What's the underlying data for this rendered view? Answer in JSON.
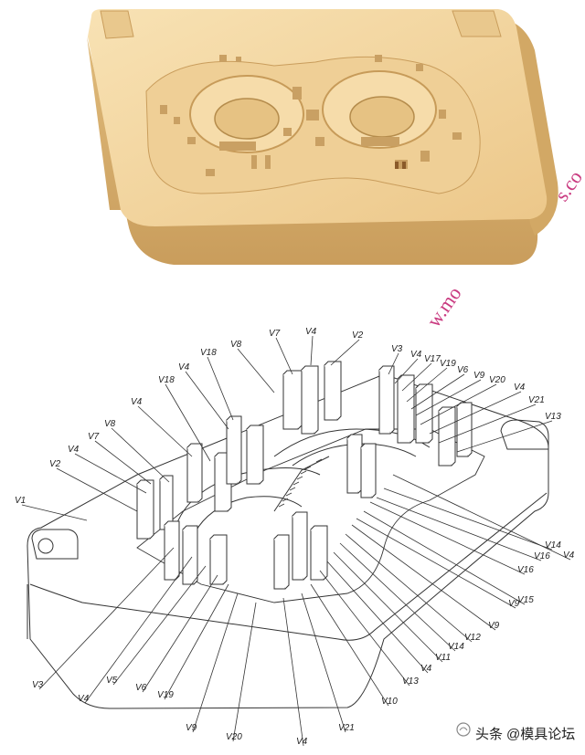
{
  "watermark": {
    "text": "www.mold...s.com",
    "visible_fragments": [
      "w.mo",
      "s.co"
    ]
  },
  "footer": {
    "source": "头条",
    "handle": "@模具论坛"
  },
  "labels": [
    "V1",
    "V2",
    "V3",
    "V4",
    "V5",
    "V6",
    "V7",
    "V8",
    "V9",
    "V10",
    "V11",
    "V12",
    "V13",
    "V14",
    "V15",
    "V16",
    "V17",
    "V18",
    "V19",
    "V20",
    "V21"
  ],
  "colors": {
    "mold_top": "#f4d49b",
    "mold_side": "#d9b274",
    "mold_shadow": "#b99152",
    "line": "#333333",
    "watermark": "#c0186a"
  }
}
